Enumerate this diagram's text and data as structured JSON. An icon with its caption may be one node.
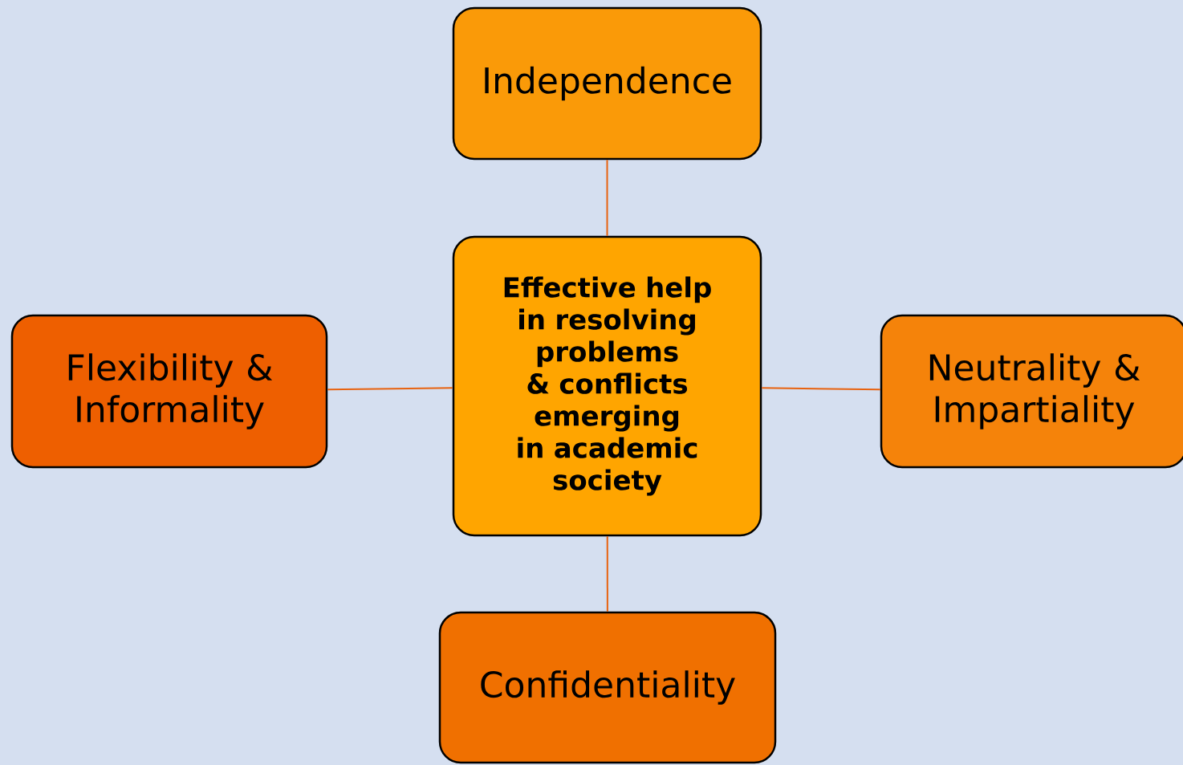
{
  "diagram": {
    "nodes": [
      {
        "text": [
          "Effective help in resolving problems & conflicts emerging in academic society"
        ]
      },
      {
        "text": [
          "Independence"
        ]
      },
      {
        "text": [
          "Flexibility & Informality"
        ]
      },
      {
        "text": [
          "Neutrality & Impartiality"
        ]
      },
      {
        "text": [
          "Confidentiality"
        ]
      }
    ],
    "edges": [
      {
        "from": 0,
        "to": 1,
        "arrow": "none"
      },
      {
        "from": 2,
        "to": 0,
        "arrow": "none"
      },
      {
        "from": 0,
        "to": 3,
        "arrow": "none"
      },
      {
        "from": 0,
        "to": 4,
        "arrow": "none"
      }
    ]
  }
}
